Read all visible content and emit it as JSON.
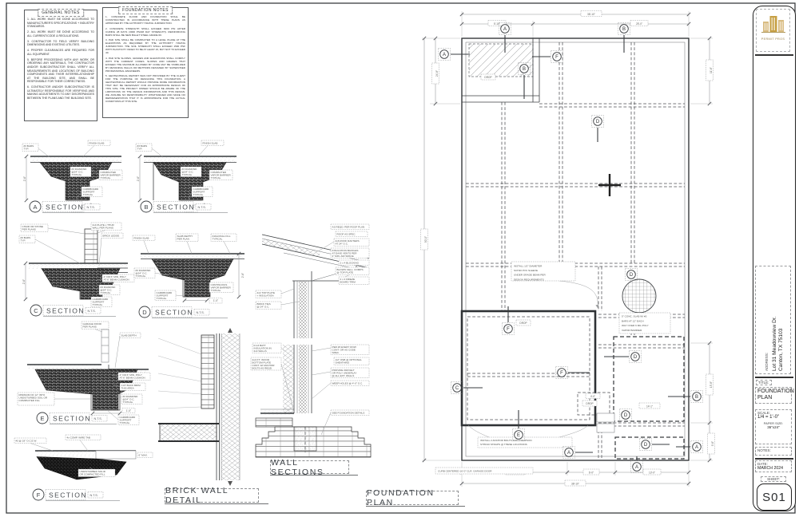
{
  "labels": {
    "brick": "BRICK WALL DETAIL",
    "wall": "WALL SECTIONS",
    "plan": "FOUNDATION PLAN"
  },
  "general_notes": {
    "title": "GENERAL NOTES",
    "lines": [
      "1. ALL WORK MUST BE DONE ACCORDING TO MANUFACTURER'S SPECIFICATIONS + INDUSTRY STANDARDS.",
      "2. ALL WORK MUST BE DONE ACCORDING TO ALL CURRENT/CODE & REGULATIONS.",
      "3. CONTRACTOR TO FIELD VERIFY BUILDING DIMENSIONS AND EXISTING UTILITIES.",
      "4. PROPER CLEARANCES ARE REQUIRED FOR ALL EQUIPMENT.",
      "5. BEFORE PROCEEDING WITH ANY WORK OR ORDERING ANY MATERIALS, THE CONTRACTOR AND/OR SUBCONTRACTOR SHALL VERIFY ALL MEASUREMENTS AND LOCATIONS OF BUILDING COMPONENTS AND THEIR INTERRELATIONSHIP AT THE BUILDING SITE, AND SHALL BE RESPONSIBLE FOR THEIR CORRECTNESS.",
      "6. CONTRACTOR AND/OR SUBCONTRACTOR IS ULTIMATELY RESPONSIBLE FOR VERIFYING AND MAKING ADJUSTMENTS TO ANY DISCREPANCIES BETWEEN THE PLANS AND THE BUILDING SITE."
    ]
  },
  "foundation_notes": {
    "title": "FOUNDATION NOTES",
    "lines": [
      "1. CONCRETE FLOOR AND FOUNDATION SHALL BE CONSTRUCTED IN ACCORDANCE WITH THESE PLANS AS APPROVED BY THE AUTHORITY HAVING JURISDICTION.",
      "2. CONCRETE STRENGTH SHALL EXCEED 3000 PSI AFTER CURING 28 DAYS (3000 PSI/28 DAY STRENGTH). REINFORCING BARS SHALL BE NEW BILLET STEEL GRADE 60.",
      "3. PAD SITE SHALL BE COMPACTED TO A LEVEL PLANE AT THE ELEVATIONS AS REQUIRED BY THE AUTHORITY HAVING JURISDICTION. THE SOIL STRENGTH SHALL EXCEED 1500 PSF WITH PLASTICITY INDEX TO BE AT LEAST 15, BUT NOT TO EXCEED 40.",
      "4. PAD SITE SLOPES, GRADES AND ELEVATIONS SHALL COMPLY WITH THE CURRENT CODES. SLOPES AND GRADES THAT EXCEED THE MAXIMUM ALLOWED BY CODE MAY BE STABILIZED BY RETAINING WALLS OR METHODS DESIGNED BY SUPERVISED PROFESSIONAL ENGINEERS.",
      "5. GEOTECHNICAL REPORT WAS NOT PROVIDED BY THE CLIENT FOR THE PURPOSE OF DESIGNING THIS FOUNDATION. A GEOTECHNICAL REPORT WOULD PROVIDE MORE INFORMATION THAT MAY BE NECESSARY FOR AN APPROPRIATE DESIGN OF THIS SITE. THE PROJECT OWNER SHOULD BE AWARE OF THE LIMITATIONS OF THE DESIGN INFORMATION AND THIS DESIGN. WE ASSUME NO RESPONSIBILITY WHATSOEVER AND MAKE NO REPRESENTATION THAT IT IS APPROPRIATE FOR THE ACTUAL CONDITIONS AT THIS SITE."
    ]
  },
  "sections": [
    {
      "letter": "A",
      "word": "SECTION",
      "nts": "N.T.S.",
      "depth": "2'-6\"",
      "width": "1'-0\"",
      "callouts": [
        [
          "FINISH SLAB"
        ],
        [
          "#3 BARS",
          "TYP."
        ],
        [
          "#3 DIAMOND",
          "@24\" O.C.",
          "TYPICAL"
        ],
        [
          "COMPACTED",
          "VAPOR BARRIER",
          "TYPICAL"
        ],
        [
          "CARDBOARD",
          "SUPPORT",
          "TYPICAL"
        ]
      ]
    },
    {
      "letter": "B",
      "word": "SECTION",
      "nts": "N.T.S.",
      "depth": "2'-6\"",
      "width": "1'-0\"",
      "callouts": [
        [
          "FINISH SLAB"
        ],
        [
          "#3 BARS",
          "TYP."
        ],
        [
          "#3 DIAMOND",
          "@24\" O.C.",
          "TYPICAL"
        ],
        [
          "COMPACTED",
          "VAPOR BARRIER",
          "TYPICAL"
        ],
        [
          "CARDBOARD",
          "SUPPORT",
          "TYPICAL"
        ]
      ]
    },
    {
      "letter": "C",
      "word": "SECTION",
      "nts": "N.T.S.",
      "depth": "2'-6\"",
      "callouts": [
        [
          "2x4 PLATE x THUR",
          "WALL PER PLANS"
        ],
        [
          "BRICK LEDGE"
        ],
        [
          "CHAIR OR STONE",
          "PER PLANS"
        ],
        [
          "#3 BARS",
          "TYP."
        ],
        [
          "4\" OR 6\" MIN. POLY",
          "AT 6\" BEAM CUSHION"
        ],
        [
          "#3 DIAMOND",
          "@24\" O.C.",
          "TYPICAL"
        ],
        [
          "CARDBOARD",
          "SUPPORT",
          "TYPICAL"
        ]
      ]
    },
    {
      "letter": "D",
      "word": "SECTION",
      "nts": "N.T.S.",
      "depth": "2'-6\"",
      "width": "1'-0\"",
      "callouts": [
        [
          "FINISH SLAB"
        ],
        [
          "SLAB DEPTH",
          "PER PLAN"
        ],
        [
          "DIAGONAL FILL",
          "TYPICAL"
        ],
        [
          "#3 DIAMOND",
          "@24\" O.C.",
          "TYPICAL"
        ],
        [
          "CARDBOARD",
          "SUPPORT",
          "TYPICAL"
        ],
        [
          "CONTINUOUS",
          "VAPOR BARRIER",
          "TYPICAL"
        ]
      ]
    },
    {
      "letter": "E",
      "word": "SECTION",
      "nts": "N.T.S.",
      "width": "1'-0\"",
      "callouts": [
        [
          "GARAGE DOOR",
          "PER PLANS"
        ],
        [
          "SLAB DEPTH"
        ],
        [
          "4\" OR 6\" MIN. POLY",
          "AT 6\" BEAM CUSHION"
        ],
        [
          "CUT BACK BRIM",
          "THIS AREA"
        ],
        [
          "#3 DIAMOND",
          "@24\" O.C.",
          "TYPICAL"
        ],
        [
          "CARDBOARD",
          "SUPPORT",
          "TYPICAL"
        ],
        [
          "MINIMUM OF 12\" INTO",
          "UNDISTURBED SOIL OR",
          "COMPACTED FILL"
        ]
      ]
    },
    {
      "letter": "F",
      "word": "SECTION",
      "nts": "N.T.S.",
      "callouts": [
        [
          "#3 @ 18\" O.C.E.W."
        ],
        [
          "4x COMP. WIRE TAB"
        ],
        [
          "6\" MAX."
        ],
        [
          "UNDISTURBED SOLID",
          "OR COMPACTED FILL"
        ]
      ]
    }
  ],
  "wall_sections": {
    "left_top": [
      [
        "2x4 TOP PLATE",
        "+ INSULATION"
      ],
      [
        "BRICK TIES",
        "@ 24\" O.C."
      ]
    ],
    "top": [
      [
        "AS REQD. PER ROOF PLAN"
      ],
      [
        "ROOF AS SPEC."
      ],
      [
        "2x6 ROOF RAFTERS",
        "AT 24\" O.C."
      ],
      [
        "INSULATION BAFFLES",
        "AT EAVE VENTS PER",
        "2\" MIN. AIR SPACE"
      ],
      [
        "2 x 4 BLOCKING"
      ],
      [
        "BLOWN CELL. COMPS",
        "@ TOP PLATE"
      ],
      [
        "2 x 4 FRIEZE",
        "BOARD TRIM"
      ]
    ],
    "bottom_right": [
      [
        "PER #3 EVERY ROW",
        "CONT. OR AS CODE",
        "SPEC."
      ],
      [
        "1/2\" OSB @ OPTIONAL",
        "SHEATHING"
      ],
      [
        "PROVIDE 30# FELT",
        "OR POLY UNDERLAY",
        "@ ALL EXT. WALLS"
      ],
      [
        "WEEP HOLES @ 4'-0\" O.C."
      ],
      [
        "SEE FOUNDATION DETAILS"
      ]
    ],
    "bottom_left": [
      [
        "R-13 BATT",
        "INSULATION IN",
        "2x4 WALLS"
      ],
      [
        "2x4 P.T. WOOD",
        "BOTTOM PLATE",
        "CONT. W/ ANCHOR",
        "BOLTS AS REQD."
      ]
    ]
  },
  "plan": {
    "drop": "DROP",
    "dims": {
      "top_total": "38'-10\"",
      "top_left": "5'-10\"",
      "top_right": "25'-0\"",
      "left_total": "50'-0\"",
      "left_upper": "24'-8\"",
      "right_upper": "11'-6\"",
      "right_mid": "15'-8\"",
      "right_lower": "9'-6\"",
      "bottom_left": "19'-10\"",
      "bottom_mid": "6'-0\"",
      "bottom_right": "13'-0\"",
      "bottom_total": "38'-10\"",
      "porch_int": "14'-1\"",
      "drop_int": "4'-0\""
    },
    "notes": {
      "pipe": [
        "INSTALL 1/2\" DIAMETER",
        "SCH40 PVC SLEEVE",
        "UNDER GRADE BEAM PER",
        "DESIGN REQUIREMENTS"
      ],
      "slab": [
        "5\" CONC. SLAB W/ #3",
        "BARS AT 12\" EACH",
        "WAY OVER 6 MIL POLY",
        "VAPOR BARRIER."
      ],
      "anchor": [
        "INSTALL 2 ANCHOR BOLTS AND 2 SIMPSON",
        "STHD10 STRAPS @ THESE LOCATIONS"
      ],
      "garage": "CURB CENTERED 16'-0\" CLR. GARAGE DOOR"
    },
    "markers": [
      {
        "letter": "A"
      },
      {
        "letter": "B"
      },
      {
        "letter": "A"
      },
      {
        "letter": "F"
      },
      {
        "letter": "B"
      },
      {
        "letter": "D"
      },
      {
        "letter": "D"
      },
      {
        "letter": "F"
      },
      {
        "letter": "C"
      },
      {
        "letter": "F"
      },
      {
        "letter": "E"
      },
      {
        "letter": "A"
      },
      {
        "letter": "D"
      },
      {
        "letter": "B"
      },
      {
        "letter": "D"
      },
      {
        "letter": "D"
      },
      {
        "letter": "A"
      },
      {
        "letter": "A"
      }
    ]
  },
  "titleblock": {
    "brand": "PERMIT PROS",
    "address_label": "ADDRESS:",
    "address1": "Lot 31 Meadowview Dr.",
    "address2": "Canton, TX 75103",
    "title_label": "TITLE:",
    "title": "FOUNDATION PLAN",
    "scale_label": "SCALE:",
    "scale": "1/4 = 1'-0\"",
    "paper_label": "PAPER SIZE:",
    "paper": "36\"x24\"",
    "notes_label": "NOTES:",
    "date_label": "DATE:",
    "date": "MARCH 2024",
    "sheet_label": "SHEET:",
    "sheet_no": "S01"
  }
}
